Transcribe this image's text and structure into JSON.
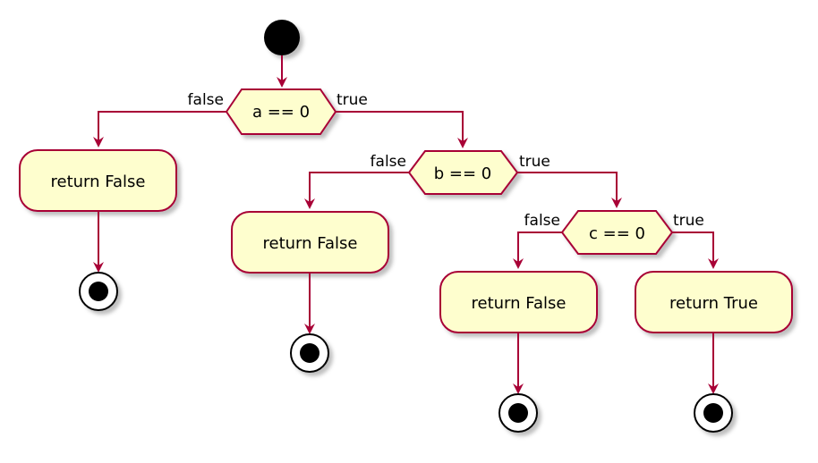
{
  "decisions": [
    {
      "id": "d1",
      "condition": "a == 0",
      "false_label": "false",
      "true_label": "true"
    },
    {
      "id": "d2",
      "condition": "b == 0",
      "false_label": "false",
      "true_label": "true"
    },
    {
      "id": "d3",
      "condition": "c == 0",
      "false_label": "false",
      "true_label": "true"
    }
  ],
  "actions": [
    {
      "id": "a1",
      "label": "return False"
    },
    {
      "id": "a2",
      "label": "return False"
    },
    {
      "id": "a3",
      "label": "return False"
    },
    {
      "id": "a4",
      "label": "return True"
    }
  ],
  "colors": {
    "node_fill": "#FEFECE",
    "node_border": "#A80036",
    "edge": "#A80036",
    "start_fill": "#000000",
    "shadow": "#C8C8C8"
  }
}
